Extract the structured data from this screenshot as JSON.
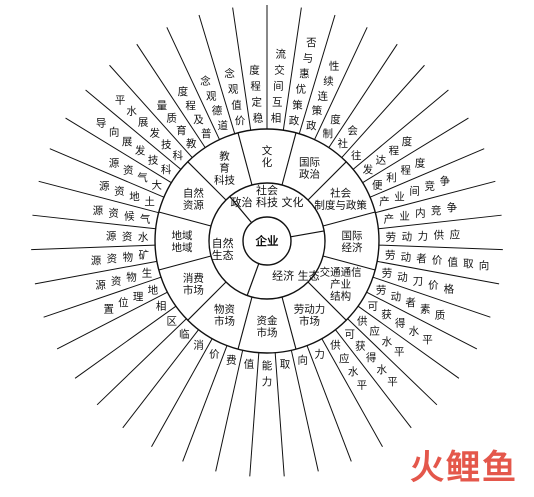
{
  "center": {
    "label": "企业"
  },
  "inner_ring": [
    {
      "key": "culture",
      "label": "社会\n政治 科技 文化"
    },
    {
      "key": "economy",
      "label": "经济 生态"
    },
    {
      "key": "nature",
      "label": "自然\n生态"
    }
  ],
  "middle_ring": [
    {
      "key": "culture",
      "label": "文\n化"
    },
    {
      "key": "politics",
      "label": "国际\n政治"
    },
    {
      "key": "society",
      "label": "社会\n制度与政策"
    },
    {
      "key": "intl_econ",
      "label": "国际\n经济"
    },
    {
      "key": "industry",
      "label": "交通通信\n产业\n结构"
    },
    {
      "key": "labor",
      "label": "劳动力\n市场"
    },
    {
      "key": "capital",
      "label": "资金\n市场"
    },
    {
      "key": "material",
      "label": "物资\n市场"
    },
    {
      "key": "consumer",
      "label": "消费\n市场"
    },
    {
      "key": "region",
      "label": "地域\n地域"
    },
    {
      "key": "resources",
      "label": "自然\n资源"
    },
    {
      "key": "tech",
      "label": "教\n育\n科技"
    }
  ],
  "outer_items": [
    "相互间交流",
    "政策优惠与否",
    "政策连续性",
    "制度",
    "社会",
    "往",
    "发达程度",
    "便利程度",
    "产业间竞争",
    "产业内竞争",
    "劳动力供应",
    "劳动者价值取向",
    "劳动刀价格",
    "劳动者素质",
    "可获得水平",
    "供应水平",
    "可获得水平",
    "供应水平",
    "力",
    "向",
    "取",
    "能力",
    "值",
    "费",
    "价",
    "消",
    "临",
    "区",
    "相",
    "地理位置",
    "生物资源",
    "矿物资源",
    "水资源",
    "气候资源",
    "土地资源",
    "大气资源",
    "科技发展向导",
    "科技发展水平",
    "教育质量",
    "普及程度",
    "道德观念",
    "价值观念",
    "稳定程度"
  ],
  "watermark": {
    "text": "火鲤鱼"
  }
}
